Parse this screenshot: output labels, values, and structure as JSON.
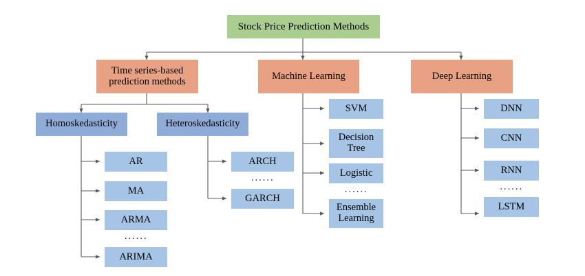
{
  "diagram": {
    "title": "Stock Price Prediction Methods",
    "ellipsis": "······",
    "colors": {
      "root": "#a9ce8f",
      "category": "#e8a183",
      "subcategory": "#8fabd8",
      "leaf": "#a6c5e6",
      "connector": "#595959",
      "background": "#ffffff"
    },
    "root": {
      "label": "Stock Price Prediction Methods"
    },
    "categories": [
      {
        "id": "time-series",
        "label": "Time series-based prediction methods"
      },
      {
        "id": "machine-learning",
        "label": "Machine Learning"
      },
      {
        "id": "deep-learning",
        "label": "Deep Learning"
      }
    ],
    "subcategories": [
      {
        "id": "homoskedasticity",
        "label": "Homoskedasticity",
        "parent": "time-series"
      },
      {
        "id": "heteroskedasticity",
        "label": "Heteroskedasticity",
        "parent": "time-series"
      }
    ],
    "leaves": {
      "homoskedasticity": [
        {
          "label": "AR"
        },
        {
          "label": "MA"
        },
        {
          "label": "ARMA"
        },
        {
          "label": "ARIMA"
        }
      ],
      "heteroskedasticity": [
        {
          "label": "ARCH"
        },
        {
          "label": "GARCH"
        }
      ],
      "machine_learning": [
        {
          "label": "SVM"
        },
        {
          "label": "Decision Tree"
        },
        {
          "label": "Logistic"
        },
        {
          "label": "Ensemble Learning"
        }
      ],
      "deep_learning": [
        {
          "label": "DNN"
        },
        {
          "label": "CNN"
        },
        {
          "label": "RNN"
        },
        {
          "label": "LSTM"
        }
      ]
    }
  }
}
